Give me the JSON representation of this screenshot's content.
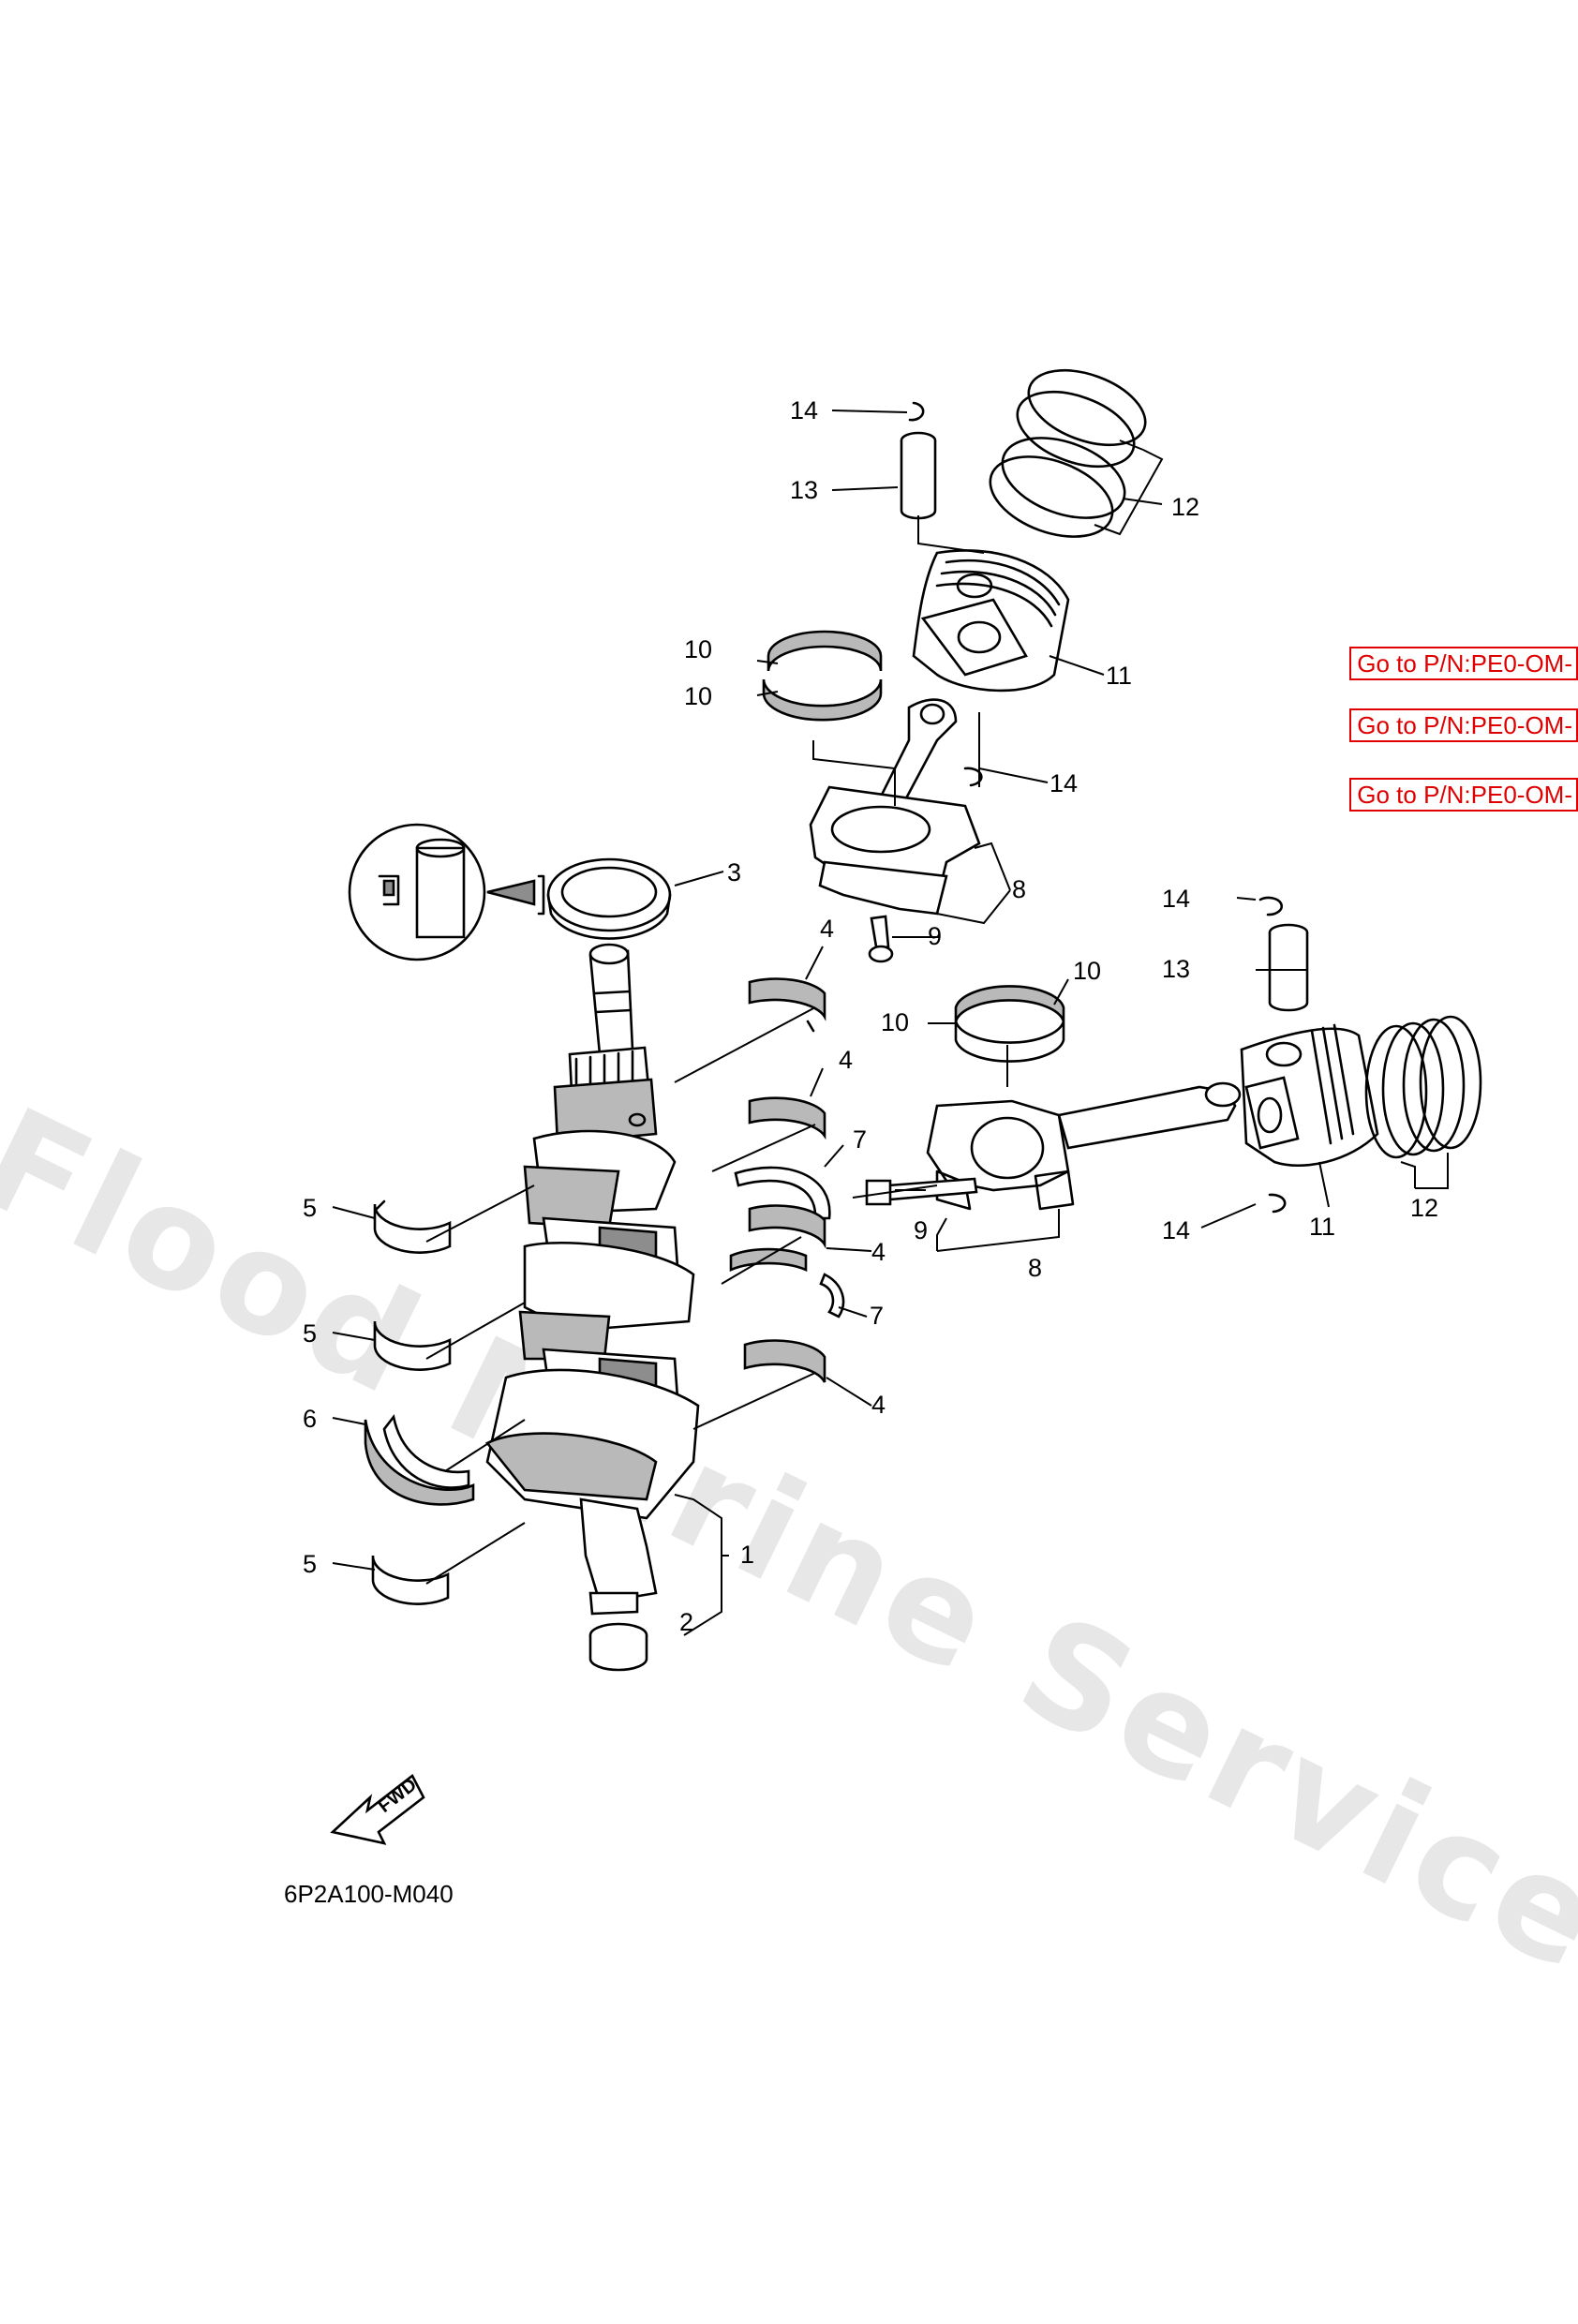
{
  "diagram": {
    "watermark": "Flood Marine Services",
    "drawing_code": "6P2A100-M040",
    "fwd_label": "FWD",
    "links": [
      {
        "label": "Go to P/N:PE0-OM-"
      },
      {
        "label": "Go to P/N:PE0-OM-"
      },
      {
        "label": "Go to P/N:PE0-OM-"
      }
    ],
    "callouts": [
      {
        "ref": "14"
      },
      {
        "ref": "13"
      },
      {
        "ref": "12"
      },
      {
        "ref": "11"
      },
      {
        "ref": "10"
      },
      {
        "ref": "10"
      },
      {
        "ref": "14"
      },
      {
        "ref": "3"
      },
      {
        "ref": "8"
      },
      {
        "ref": "9"
      },
      {
        "ref": "4"
      },
      {
        "ref": "10"
      },
      {
        "ref": "10"
      },
      {
        "ref": "14"
      },
      {
        "ref": "13"
      },
      {
        "ref": "4"
      },
      {
        "ref": "7"
      },
      {
        "ref": "5"
      },
      {
        "ref": "9"
      },
      {
        "ref": "4"
      },
      {
        "ref": "8"
      },
      {
        "ref": "14"
      },
      {
        "ref": "11"
      },
      {
        "ref": "12"
      },
      {
        "ref": "7"
      },
      {
        "ref": "5"
      },
      {
        "ref": "4"
      },
      {
        "ref": "6"
      },
      {
        "ref": "1"
      },
      {
        "ref": "5"
      },
      {
        "ref": "2"
      }
    ],
    "colors": {
      "link": "#e00000",
      "watermark": "#d4d4d4",
      "line": "#000000"
    }
  }
}
